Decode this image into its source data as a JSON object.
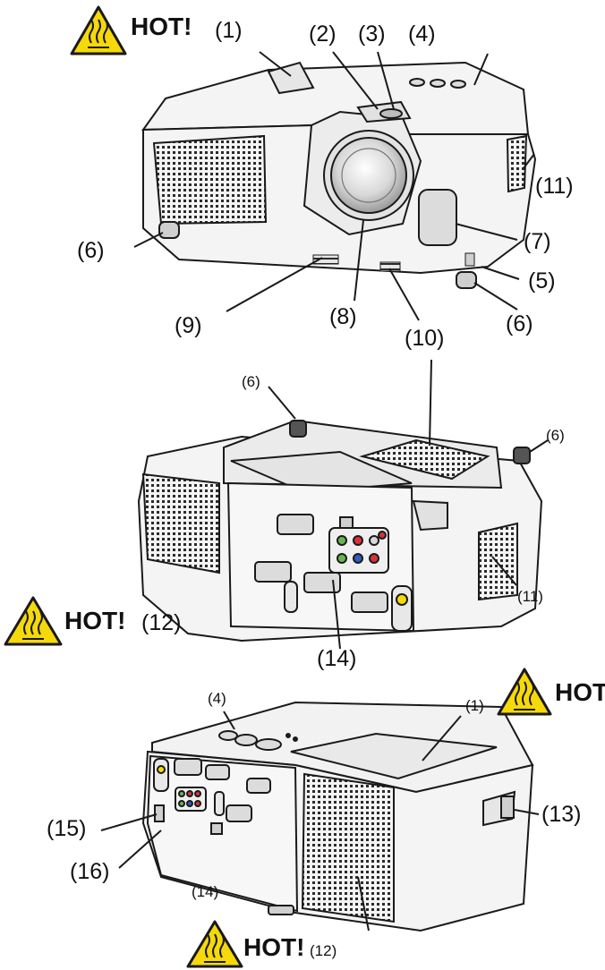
{
  "hot_label": "HOT!",
  "colors": {
    "warning_fill": "#f5d90a",
    "outline": "#1a1a1a",
    "body": "#f4f4f4",
    "shadow": "#d9d9d9"
  },
  "icons": [
    "hot-warning-triangle-icon"
  ],
  "views": {
    "front": {
      "labels": [
        "(1)",
        "(2)",
        "(3)",
        "(4)",
        "(11)",
        "(6)",
        "(7)",
        "(5)",
        "(6)",
        "(9)",
        "(8)",
        "(10)"
      ]
    },
    "bottom": {
      "labels": [
        "(10)",
        "(6)",
        "(6)",
        "(11)",
        "(12)",
        "(14)"
      ]
    },
    "rear": {
      "labels": [
        "(4)",
        "(1)",
        "(15)",
        "(13)",
        "(16)",
        "(14)",
        "(12)"
      ]
    }
  }
}
